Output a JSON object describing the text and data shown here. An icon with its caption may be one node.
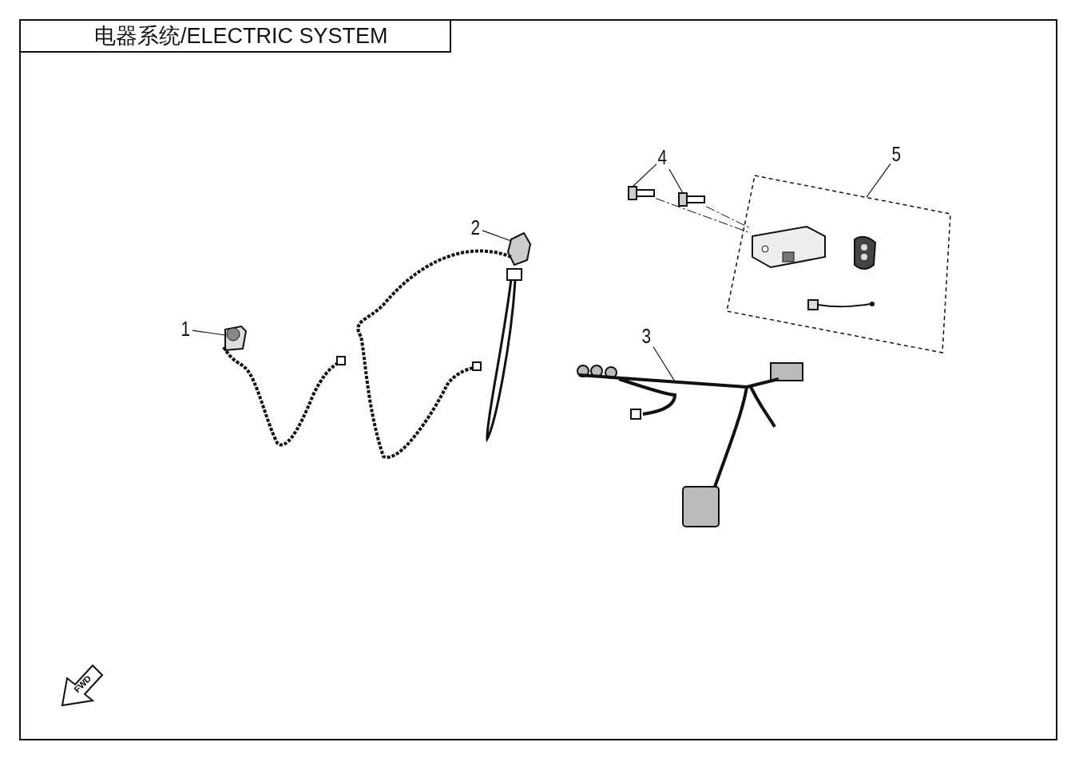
{
  "diagram": {
    "title": "电器系统/ELECTRIC SYSTEM",
    "nodes": [
      {
        "text": [
          "1"
        ]
      },
      {
        "text": [],
        "shape": "picture"
      },
      {
        "text": [
          "2"
        ]
      },
      {
        "text": [],
        "shape": "picture"
      },
      {
        "text": [
          "3"
        ]
      },
      {
        "text": [],
        "shape": "picture"
      },
      {
        "text": [
          "4"
        ]
      },
      {
        "text": [],
        "shape": "picture"
      },
      {
        "text": [],
        "shape": "picture"
      },
      {
        "text": [
          "5"
        ]
      },
      {
        "text": [],
        "shape": "box"
      },
      {
        "text": [],
        "shape": "picture",
        "in": 10
      },
      {
        "text": [],
        "shape": "picture",
        "in": 10
      },
      {
        "text": [],
        "shape": "picture",
        "in": 10
      }
    ],
    "edges": [
      {
        "from": 0,
        "to": 1,
        "arrow": "none"
      },
      {
        "from": 2,
        "to": 3,
        "arrow": "none"
      },
      {
        "from": 4,
        "to": 5,
        "arrow": "none"
      },
      {
        "from": 6,
        "to": 7,
        "arrow": "none"
      },
      {
        "from": 6,
        "to": 8,
        "arrow": "none"
      },
      {
        "from": 9,
        "to": 10,
        "arrow": "none"
      },
      {
        "from": 7,
        "to": 11,
        "arrow": "none",
        "style": "dashed"
      },
      {
        "from": 8,
        "to": 11,
        "arrow": "none",
        "style": "dashed"
      }
    ],
    "labels": [
      "FWD"
    ]
  }
}
